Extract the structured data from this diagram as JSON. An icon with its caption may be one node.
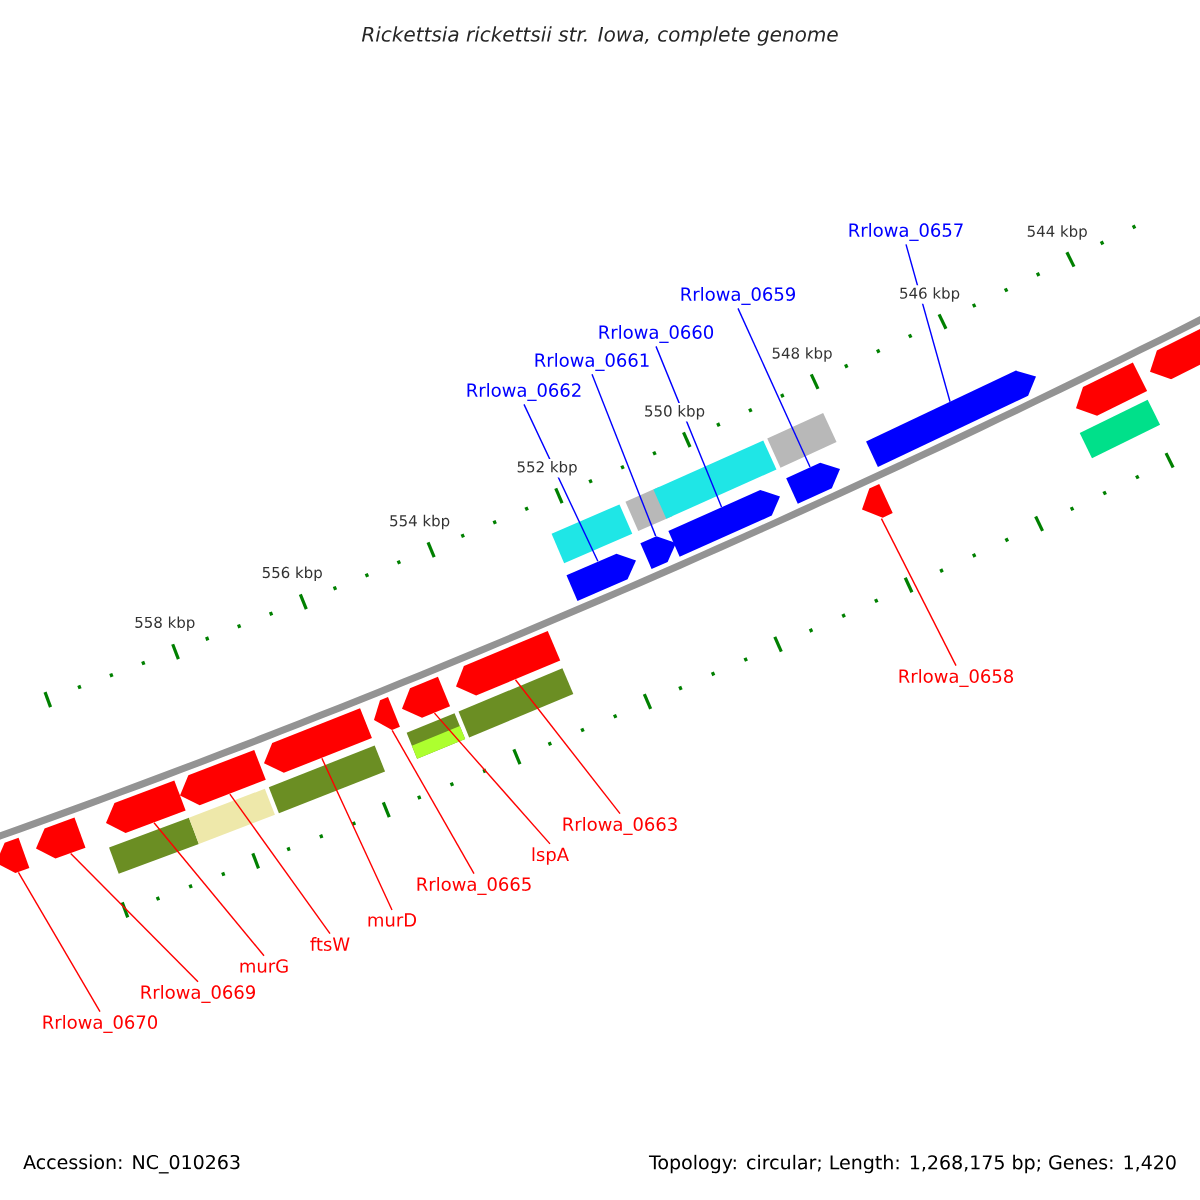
{
  "diagram": {
    "title": "Rickettsia rickettsii str. Iowa, complete genome",
    "nodes": [
      {
        "text": [
          "Rrlowa_0657"
        ]
      },
      {
        "text": [
          "Rrlowa_0659"
        ]
      },
      {
        "text": [
          "Rrlowa_0660"
        ]
      },
      {
        "text": [
          "Rrlowa_0661"
        ]
      },
      {
        "text": [
          "Rrlowa_0662"
        ]
      },
      {
        "text": [
          "Rrlowa_0658"
        ]
      },
      {
        "text": [
          "Rrlowa_0663"
        ]
      },
      {
        "text": [
          "lspA"
        ]
      },
      {
        "text": [
          "Rrlowa_0665"
        ]
      },
      {
        "text": [
          "murD"
        ]
      },
      {
        "text": [
          "ftsW"
        ]
      },
      {
        "text": [
          "murG"
        ]
      },
      {
        "text": [
          "Rrlowa_0669"
        ]
      },
      {
        "text": [
          "Rrlowa_0670"
        ]
      },
      {
        "text": [],
        "shape": "bar"
      },
      {
        "text": [],
        "shape": "bar"
      },
      {
        "text": [],
        "shape": "bar"
      },
      {
        "text": [],
        "shape": "bar"
      },
      {
        "text": [],
        "shape": "bar"
      },
      {
        "text": [],
        "shape": "bar"
      },
      {
        "text": [],
        "shape": "bar"
      },
      {
        "text": [],
        "shape": "bar"
      },
      {
        "text": [],
        "shape": "bar"
      },
      {
        "text": [],
        "shape": "bar"
      },
      {
        "text": [],
        "shape": "bar"
      },
      {
        "text": [],
        "shape": "bar"
      },
      {
        "text": [],
        "shape": "bar"
      },
      {
        "text": [],
        "shape": "bar"
      },
      {
        "text": [],
        "shape": "box"
      },
      {
        "text": [],
        "shape": "box"
      },
      {
        "text": [],
        "shape": "box"
      },
      {
        "text": [],
        "shape": "box"
      },
      {
        "text": [],
        "shape": "bar"
      },
      {
        "text": [],
        "shape": "bar"
      },
      {
        "text": [],
        "shape": "box"
      },
      {
        "text": [],
        "shape": "box"
      },
      {
        "text": [],
        "shape": "box"
      },
      {
        "text": [],
        "shape": "box"
      },
      {
        "text": [],
        "shape": "box"
      },
      {
        "text": [],
        "shape": "box"
      }
    ],
    "edges": [
      {
        "from": 0,
        "to": 14,
        "arrow": "none",
        "color": "#0000ff"
      },
      {
        "from": 1,
        "to": 15,
        "arrow": "none",
        "color": "#0000ff"
      },
      {
        "from": 2,
        "to": 16,
        "arrow": "none",
        "color": "#0000ff"
      },
      {
        "from": 3,
        "to": 17,
        "arrow": "none",
        "color": "#0000ff"
      },
      {
        "from": 4,
        "to": 18,
        "arrow": "none",
        "color": "#0000ff"
      },
      {
        "from": 5,
        "to": 19,
        "arrow": "none"
      },
      {
        "from": 6,
        "to": 20,
        "arrow": "none"
      },
      {
        "from": 7,
        "to": 21,
        "arrow": "none"
      },
      {
        "from": 8,
        "to": 22,
        "arrow": "none"
      },
      {
        "from": 9,
        "to": 23,
        "arrow": "none"
      },
      {
        "from": 10,
        "to": 24,
        "arrow": "none"
      },
      {
        "from": 11,
        "to": 25,
        "arrow": "none"
      },
      {
        "from": 12,
        "to": 26,
        "arrow": "none"
      },
      {
        "from": 13,
        "to": 27,
        "arrow": "none"
      }
    ],
    "labels": [
      "544 kbp",
      "546 kbp",
      "548 kbp",
      "550 kbp",
      "552 kbp",
      "554 kbp",
      "556 kbp",
      "558 kbp",
      "Accession: NC_010263",
      "Topology: circular; Length: 1,268,175 bp; Genes: 1,420"
    ]
  }
}
